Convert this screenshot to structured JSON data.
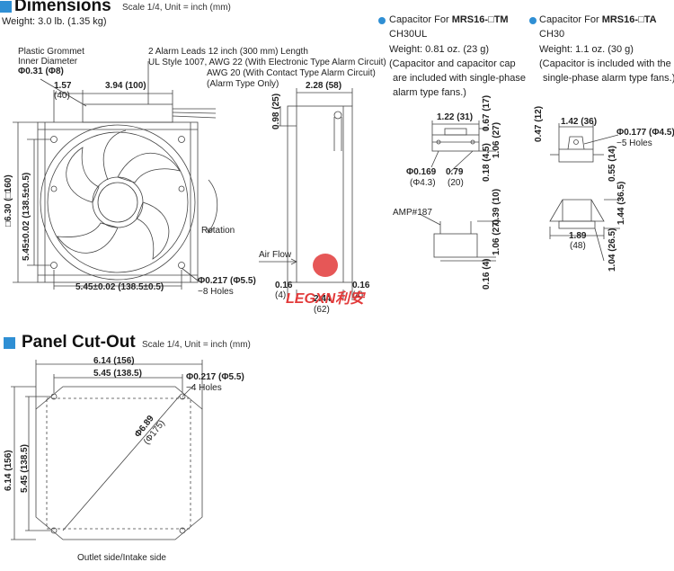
{
  "dimensions": {
    "title": "Dimensions",
    "scale": "Scale 1/4, Unit = inch (mm)",
    "weight": "Weight: 3.0 lb. (1.35 kg)"
  },
  "front_view": {
    "grommet_label_1": "Plastic Grommet",
    "grommet_label_2": "Inner Diameter",
    "grommet_dim": "Φ0.31 (Φ8)",
    "lead_offset": "1.57",
    "lead_offset_mm": "(40)",
    "width_top": "3.94 (100)",
    "lead_line1": "2 Alarm  Leads 12 inch (300 mm) Length",
    "lead_line2": "UL Style 1007, AWG 22 (With Electronic Type Alarm Circuit)",
    "lead_line3": "AWG 20 (With Contact Type Alarm Circuit)",
    "lead_line4": "(Alarm Type Only)",
    "side_outer": "□6.30 (□160)",
    "side_inner": "5.45±0.02 (138.5±0.5)",
    "bottom_dim": "5.45±0.02 (138.5±0.5)",
    "holes_dim": "Φ0.217 (Φ5.5)",
    "holes_count": "−8 Holes",
    "rotation": "Rotation"
  },
  "side_view": {
    "depth": "2.28 (58)",
    "lead_height": "0.98 (25)",
    "airflow": "Air Flow",
    "flange_left": "0.16",
    "flange_left_mm": "(4)",
    "flange_right": "0.16",
    "flange_right_mm": "(4)",
    "total_depth": "2.44",
    "total_depth_mm": "(62)"
  },
  "capacitor_tm": {
    "heading_prefix": "Capacitor For ",
    "heading_model": "MRS16-□TM",
    "part": "CH30UL",
    "weight": "Weight: 0.81 oz. (23 g)",
    "note1": "(Capacitor and capacitor cap",
    "note2": "are included with single-phase",
    "note3": "alarm type fans.)",
    "width": "1.22 (31)",
    "h1": "0.67 (17)",
    "h2": "1.06 (27)",
    "h3": "0.18 (4.5)",
    "hole": "Φ0.169",
    "hole_mm": "(Φ4.3)",
    "pitch": "0.79",
    "pitch_mm": "(20)",
    "amp": "AMP#187",
    "v1": "0.39 (10)",
    "v2": "1.06 (27)",
    "v3": "0.16 (4)"
  },
  "capacitor_ta": {
    "heading_prefix": "Capacitor For ",
    "heading_model": "MRS16-□TA",
    "part": "CH30",
    "weight": "Weight: 1.1 oz. (30 g)",
    "note1": "(Capacitor is included with the",
    "note2": "single-phase alarm type fans.)",
    "width": "1.42 (36)",
    "h1": "0.47 (12)",
    "hole": "Φ0.177 (Φ4.5)",
    "holes": "−5 Holes",
    "h2": "0.55 (14)",
    "h3": "1.44 (36.5)",
    "w2": "1.89",
    "w2_mm": "(48)",
    "h4": "1.04 (26.5)"
  },
  "panel": {
    "title": "Panel Cut-Out",
    "scale": "Scale 1/4, Unit = inch (mm)",
    "outer": "6.14 (156)",
    "inner": "5.45 (138.5)",
    "hole": "Φ0.217 (Φ5.5)",
    "holes": "−4 Holes",
    "diameter": "Φ6.89",
    "diameter_mm": "(Φ175)",
    "v_outer": "6.14 (156)",
    "v_inner": "5.45 (138.5)",
    "side_note": "Outlet side/Intake side"
  },
  "watermark": "LEGXN利安",
  "colors": {
    "accent": "#2f8fd4",
    "watermark": "#e23a3a"
  }
}
